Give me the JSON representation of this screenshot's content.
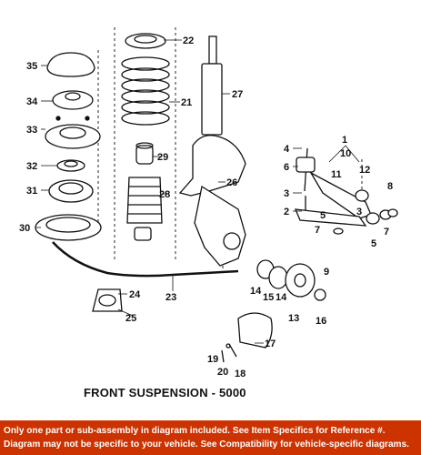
{
  "diagram": {
    "title": "FRONT SUSPENSION - 5000",
    "callouts": {
      "n1": "1",
      "n2": "2",
      "n3a": "3",
      "n3b": "3",
      "n4": "4",
      "n5a": "5",
      "n5b": "5",
      "n6": "6",
      "n7a": "7",
      "n7b": "7",
      "n8": "8",
      "n9": "9",
      "n10": "10",
      "n11": "11",
      "n12": "12",
      "n13": "13",
      "n14a": "14",
      "n14b": "14",
      "n15": "15",
      "n16": "16",
      "n17": "17",
      "n18": "18",
      "n19": "19",
      "n20": "20",
      "n21": "21",
      "n22": "22",
      "n23": "23",
      "n24": "24",
      "n25": "25",
      "n26": "26",
      "n27": "27",
      "n28": "28",
      "n29": "29",
      "n30": "30",
      "n31": "31",
      "n32": "32",
      "n33": "33",
      "n34": "34",
      "n35": "35"
    }
  },
  "disclaimer": {
    "line1": "Only one part or sub-assembly in diagram included. See Item Specifics for Reference #.",
    "line2": "Diagram may not be specific to your vehicle. See Compatibility for vehicle-specific diagrams."
  },
  "colors": {
    "banner": "#cc3300",
    "ink": "#111111"
  }
}
